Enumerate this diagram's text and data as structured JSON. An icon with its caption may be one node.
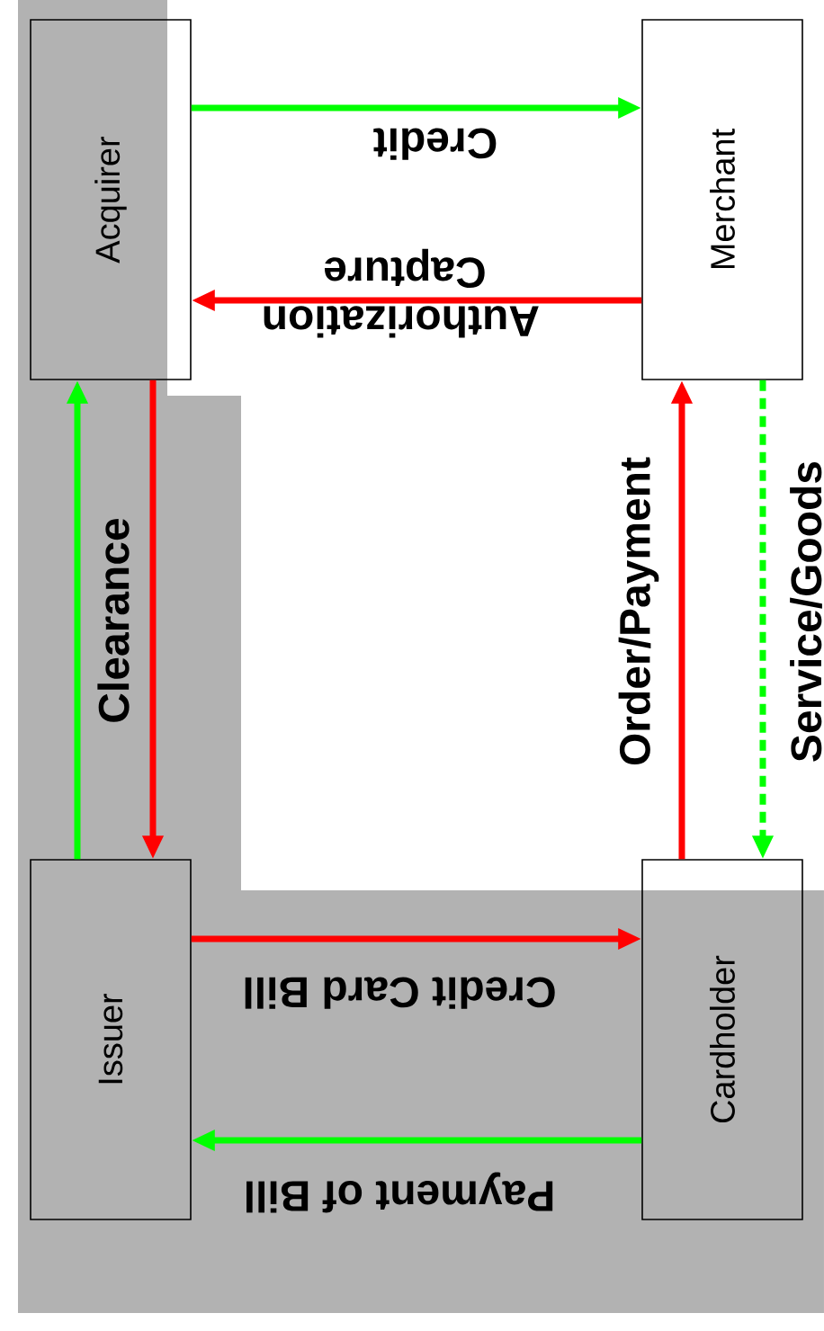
{
  "diagram": {
    "nodes": [
      {
        "text": [
          "Acquirer"
        ]
      },
      {
        "text": [
          "Merchant"
        ]
      },
      {
        "text": [
          "Issuer"
        ]
      },
      {
        "text": [
          "Cardholder"
        ]
      }
    ],
    "edges": [
      {
        "from": 0,
        "to": 1,
        "arrow": "to",
        "label": "Credit",
        "color": "#00ff00"
      },
      {
        "from": 1,
        "to": 0,
        "arrow": "to",
        "label": "Authorization Capture",
        "color": "#ff0000"
      },
      {
        "from": 2,
        "to": 0,
        "arrow": "to",
        "label": "Clearance",
        "color": "#00ff00"
      },
      {
        "from": 0,
        "to": 2,
        "arrow": "to",
        "color": "#ff0000"
      },
      {
        "from": 3,
        "to": 1,
        "arrow": "to",
        "label": "Order/Payment",
        "color": "#ff0000"
      },
      {
        "from": 1,
        "to": 3,
        "arrow": "to",
        "label": "Service/Goods",
        "style": "dashed",
        "color": "#00ff00"
      },
      {
        "from": 2,
        "to": 3,
        "arrow": "to",
        "label": "Credit Card Bill",
        "color": "#ff0000"
      },
      {
        "from": 3,
        "to": 2,
        "arrow": "to",
        "label": "Payment of Bill",
        "color": "#00ff00"
      }
    ]
  }
}
